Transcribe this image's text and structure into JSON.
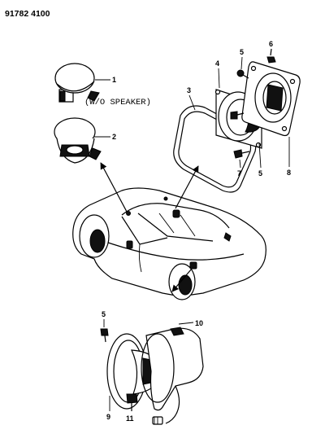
{
  "document_number": "91782 4100",
  "note": "(W/O SPEAKER)",
  "callouts": {
    "c1": "1",
    "c2": "2",
    "c3": "3",
    "c4": "4",
    "c5a": "5",
    "c6": "6",
    "c7": "7",
    "c5b": "5",
    "c8": "8",
    "c5c": "5",
    "c10": "10",
    "c9": "9",
    "c11": "11"
  }
}
